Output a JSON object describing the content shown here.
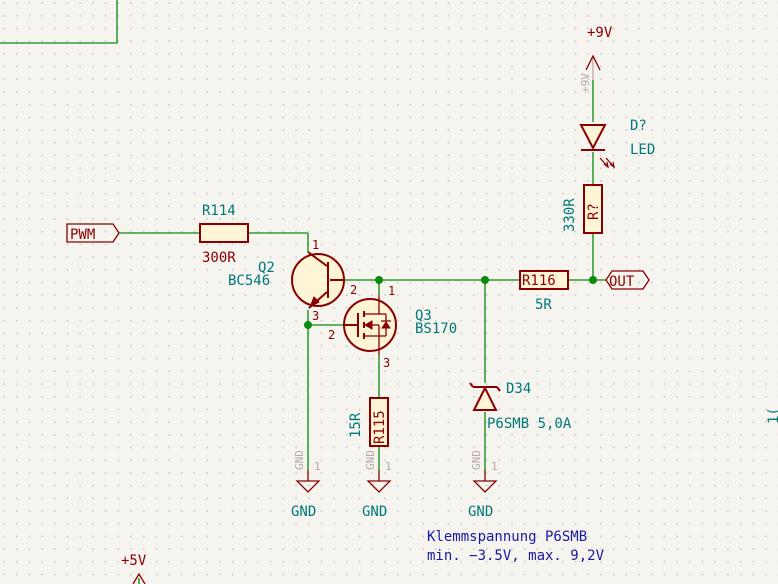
{
  "grid_color": "#c7c7c7",
  "wire_color": "#0a8a0a",
  "symbol_color": "#8a0000",
  "field_text_color": "#00787a",
  "labels": {
    "pwm": "PWM",
    "out": "OUT"
  },
  "power": {
    "vcc_9v": "+9V",
    "vcc_9v_pin": "+9V",
    "vcc_5v": "+5V",
    "gnd": "GND",
    "gnd_pin_num": "1"
  },
  "components": {
    "r114": {
      "ref": "R114",
      "value": "300R"
    },
    "q2": {
      "ref": "Q2",
      "value": "BC546",
      "pin1": "1",
      "pin2": "2",
      "pin3": "3"
    },
    "q3": {
      "ref": "Q3",
      "value": "BS170",
      "pin1": "1",
      "pin2": "2",
      "pin3": "3"
    },
    "r115": {
      "ref": "R115",
      "value": "15R"
    },
    "r116": {
      "ref": "R116",
      "value": "5R"
    },
    "r_led": {
      "ref": "R?",
      "value": "330R"
    },
    "d_led": {
      "ref": "D?",
      "value": "LED"
    },
    "d34": {
      "ref": "D34",
      "value": "P6SMB 5,0A"
    }
  },
  "note": {
    "line1": "Klemmspannung P6SMB",
    "line2": "min. −3.5V, max. 9,2V"
  },
  "edge_text": "1("
}
